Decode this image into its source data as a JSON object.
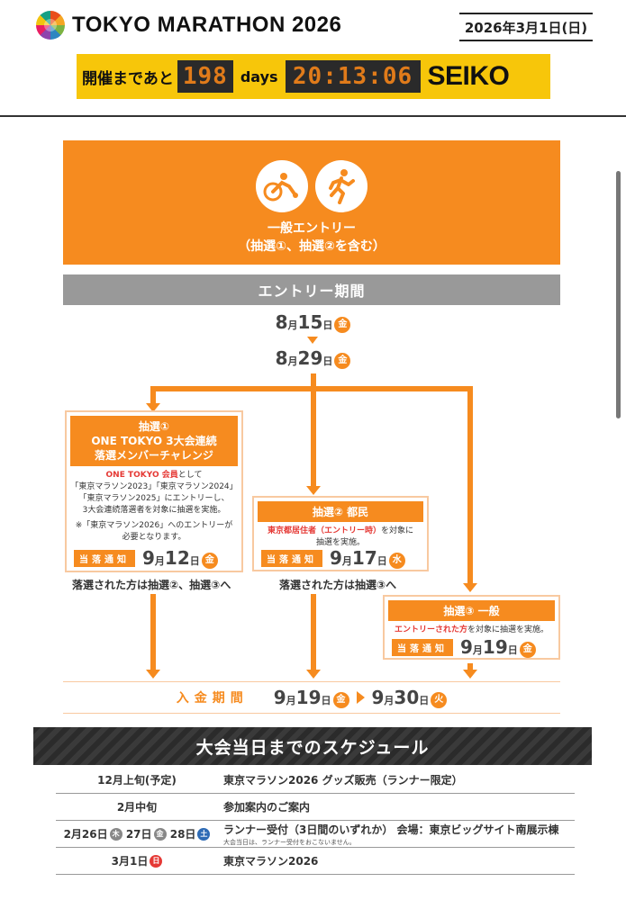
{
  "header": {
    "logo_text": "TOKYO MARATHON 2026",
    "race_date": "2026年3月1日(日)",
    "countdown": {
      "prefix": "開催まであと",
      "days_value": "198",
      "days_unit": "days",
      "time_value": "20:13:06",
      "sponsor": "SEIKO"
    }
  },
  "banner": {
    "icons": [
      "wheelchair-racer-icon",
      "runner-icon"
    ],
    "title_line1": "一般エントリー",
    "title_line2": "（抽選①、抽選②を含む）"
  },
  "entry_period": {
    "label": "エントリー期間",
    "start": {
      "month": "8",
      "month_unit": "月",
      "day": "15",
      "day_unit": "日",
      "weekday": "金"
    },
    "end": {
      "month": "8",
      "month_unit": "月",
      "day": "29",
      "day_unit": "日",
      "weekday": "金"
    }
  },
  "lottery1": {
    "head_line1": "抽選①",
    "head_line2": "ONE TOKYO 3大会連続",
    "head_line3": "落選メンバーチャレンジ",
    "body_red": "ONE TOKYO 会員",
    "body_line1_rest": "として",
    "body_line2": "「東京マラソン2023」「東京マラソン2024」",
    "body_line3": "「東京マラソン2025」にエントリーし、",
    "body_line4": "3大会連続落選者を対象に抽選を実施。",
    "note_line1": "※「東京マラソン2026」へのエントリーが",
    "note_line2": "必要となります。",
    "notify_label": "当落通知",
    "notify": {
      "month": "9",
      "month_unit": "月",
      "day": "12",
      "day_unit": "日",
      "weekday": "金"
    },
    "caption": "落選された方は抽選②、抽選③へ"
  },
  "lottery2": {
    "head": "抽選② 都民",
    "body_red": "東京都居住者（エントリー時）",
    "body_rest": "を対象に",
    "body_line2": "抽選を実施。",
    "notify_label": "当落通知",
    "notify": {
      "month": "9",
      "month_unit": "月",
      "day": "17",
      "day_unit": "日",
      "weekday": "水"
    },
    "caption": "落選された方は抽選③へ"
  },
  "lottery3": {
    "head": "抽選③ 一般",
    "body_red": "エントリーされた方",
    "body_rest": "を対象に抽選を実施。",
    "notify_label": "当落通知",
    "notify": {
      "month": "9",
      "month_unit": "月",
      "day": "19",
      "day_unit": "日",
      "weekday": "金"
    }
  },
  "payment": {
    "label": "入金期間",
    "start": {
      "month": "9",
      "month_unit": "月",
      "day": "19",
      "day_unit": "日",
      "weekday": "金"
    },
    "end": {
      "month": "9",
      "month_unit": "月",
      "day": "30",
      "day_unit": "日",
      "weekday": "火"
    }
  },
  "schedule": {
    "title": "大会当日までのスケジュール",
    "rows": [
      {
        "when": "12月上旬(予定)",
        "what": "東京マラソン2026 グッズ販売（ランナー限定）"
      },
      {
        "when": "2月中旬",
        "what": "参加案内のご案内"
      },
      {
        "when_parts": {
          "d1": "2月26日",
          "w1": "木",
          "d2": "27日",
          "w2": "金",
          "d3": "28日",
          "w3": "土"
        },
        "what": "ランナー受付（3日間のいずれか） 会場：東京ビッグサイト南展示棟",
        "note": "大会当日は、ランナー受付をおこないません。"
      },
      {
        "when_parts": {
          "d": "3月1日",
          "w": "日"
        },
        "what": "東京マラソン2026"
      }
    ]
  }
}
